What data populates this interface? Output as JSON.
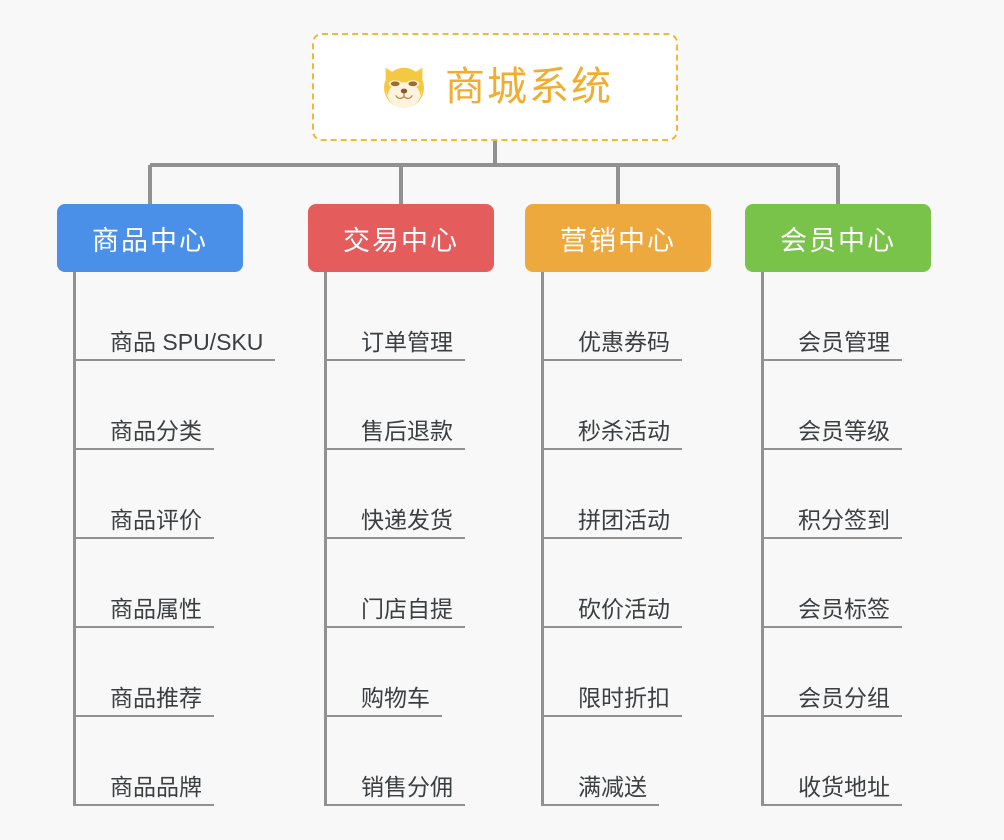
{
  "canvas": {
    "background": "#f8f8f8",
    "connector_color": "#919191"
  },
  "root": {
    "title": "商城系统",
    "icon": "shiba-dog-face-icon",
    "border_color": "#f2b838",
    "text_color": "#f0ad30",
    "background": "#ffffff"
  },
  "branches": [
    {
      "title": "商品中心",
      "color": "#4a90e8",
      "items": [
        "商品 SPU/SKU",
        "商品分类",
        "商品评价",
        "商品属性",
        "商品推荐",
        "商品品牌"
      ]
    },
    {
      "title": "交易中心",
      "color": "#e55c5c",
      "items": [
        "订单管理",
        "售后退款",
        "快递发货",
        "门店自提",
        "购物车",
        "销售分佣"
      ]
    },
    {
      "title": "营销中心",
      "color": "#eda93e",
      "items": [
        "优惠券码",
        "秒杀活动",
        "拼团活动",
        "砍价活动",
        "限时折扣",
        "满减送"
      ]
    },
    {
      "title": "会员中心",
      "color": "#79c34a",
      "items": [
        "会员管理",
        "会员等级",
        "积分签到",
        "会员标签",
        "会员分组",
        "收货地址"
      ]
    }
  ]
}
